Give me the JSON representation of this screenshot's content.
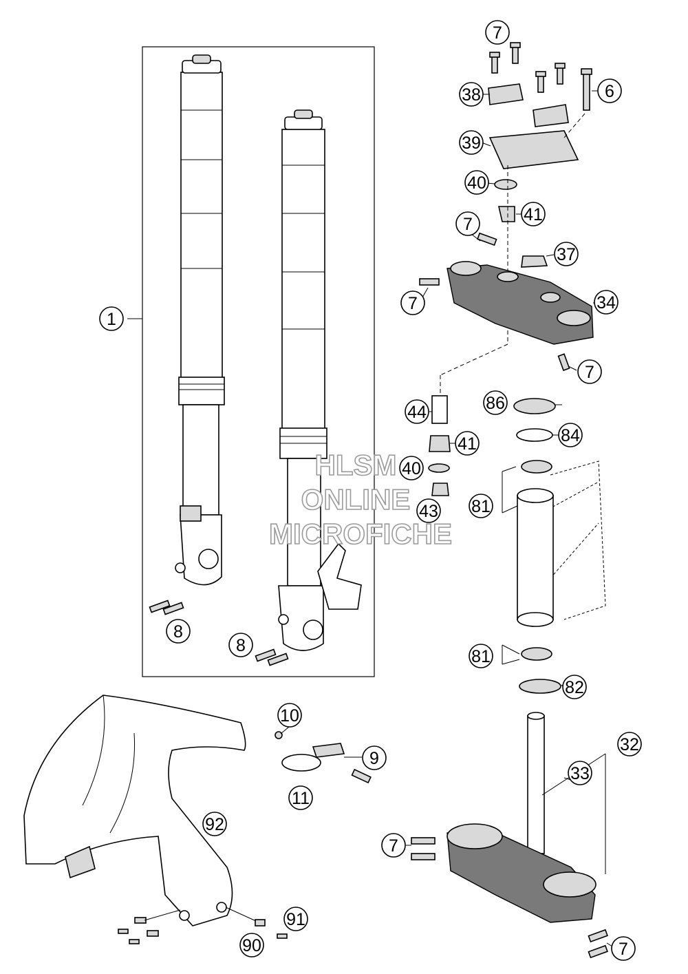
{
  "callouts": [
    {
      "id": "c1",
      "label": "1"
    },
    {
      "id": "c6",
      "label": "6"
    },
    {
      "id": "c7a",
      "label": "7"
    },
    {
      "id": "c7b",
      "label": "7"
    },
    {
      "id": "c7c",
      "label": "7"
    },
    {
      "id": "c7d",
      "label": "7"
    },
    {
      "id": "c7e",
      "label": "7"
    },
    {
      "id": "c7f",
      "label": "7"
    },
    {
      "id": "c8a",
      "label": "8"
    },
    {
      "id": "c8b",
      "label": "8"
    },
    {
      "id": "c9",
      "label": "9"
    },
    {
      "id": "c10",
      "label": "10"
    },
    {
      "id": "c11",
      "label": "11"
    },
    {
      "id": "c32",
      "label": "32"
    },
    {
      "id": "c33",
      "label": "33"
    },
    {
      "id": "c34",
      "label": "34"
    },
    {
      "id": "c37",
      "label": "37"
    },
    {
      "id": "c38",
      "label": "38"
    },
    {
      "id": "c39",
      "label": "39"
    },
    {
      "id": "c40a",
      "label": "40"
    },
    {
      "id": "c40b",
      "label": "40"
    },
    {
      "id": "c41a",
      "label": "41"
    },
    {
      "id": "c41b",
      "label": "41"
    },
    {
      "id": "c43",
      "label": "43"
    },
    {
      "id": "c44",
      "label": "44"
    },
    {
      "id": "c81a",
      "label": "81"
    },
    {
      "id": "c81b",
      "label": "81"
    },
    {
      "id": "c82",
      "label": "82"
    },
    {
      "id": "c84",
      "label": "84"
    },
    {
      "id": "c86",
      "label": "86"
    },
    {
      "id": "c90",
      "label": "90"
    },
    {
      "id": "c91",
      "label": "91"
    },
    {
      "id": "c92",
      "label": "92"
    }
  ],
  "watermark": {
    "line1": "HLSM",
    "line2": "ONLINE",
    "line3": "MICROFICHE"
  }
}
